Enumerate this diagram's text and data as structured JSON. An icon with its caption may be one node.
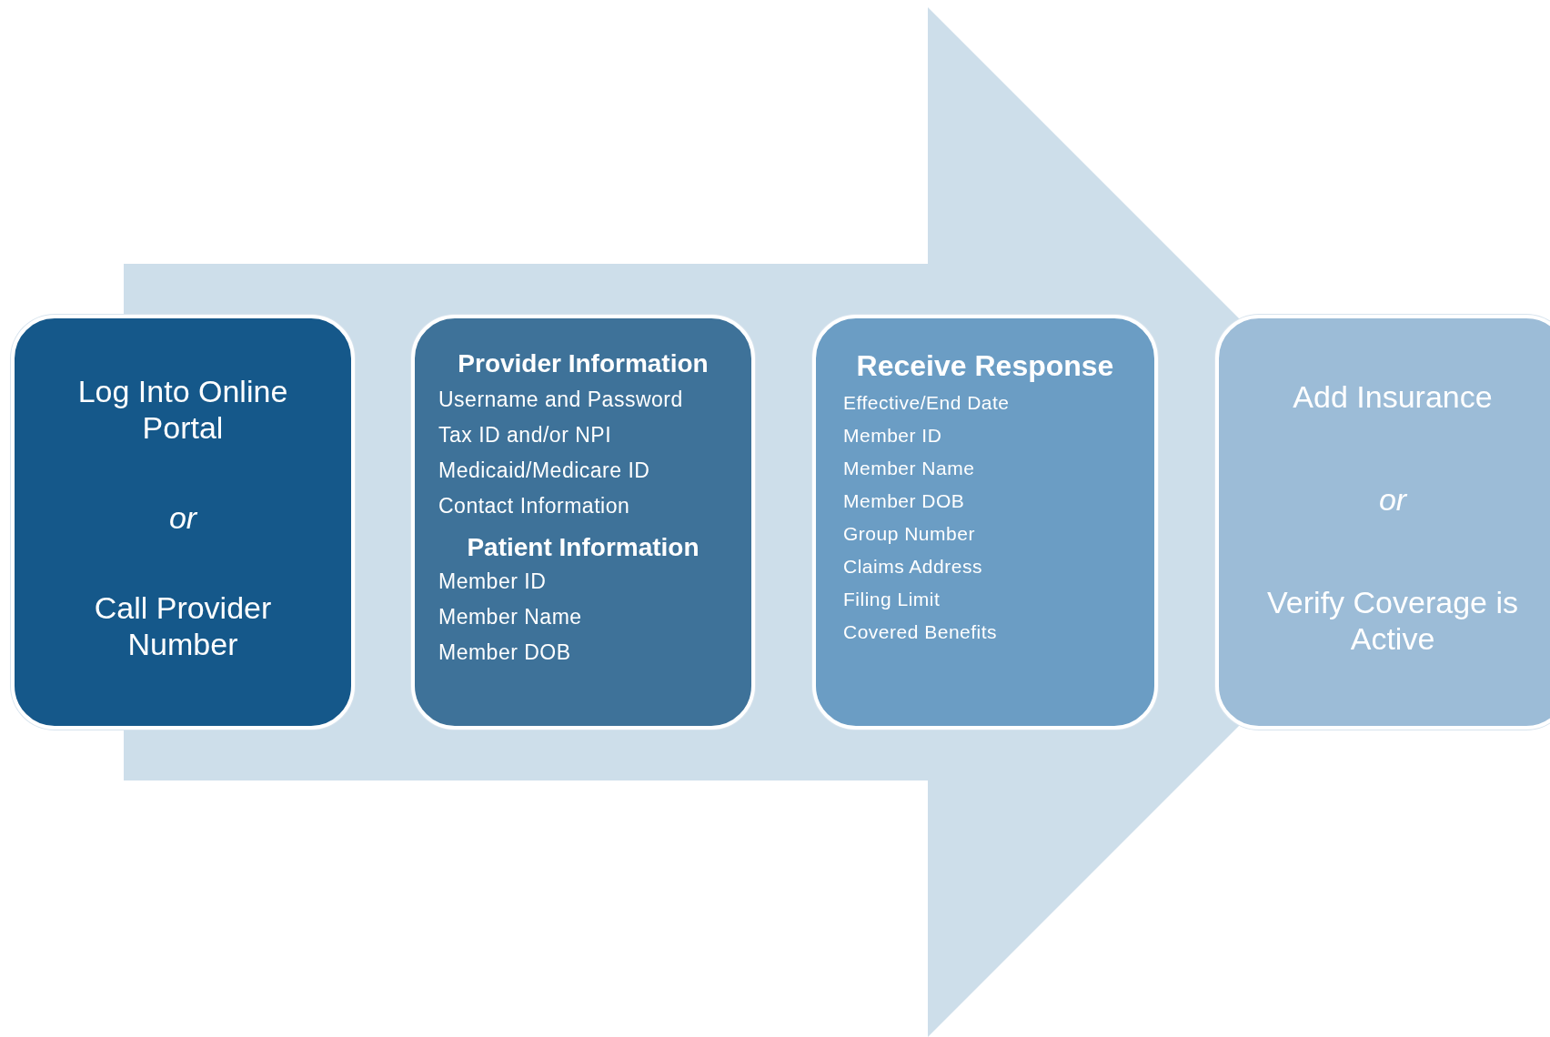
{
  "diagram": {
    "nodes": [
      {
        "text": [
          "Log Into Online Portal",
          "or",
          "Call Provider Number"
        ]
      },
      {
        "text": [
          "Provider Information",
          "Username and Password",
          "Tax ID and/or NPI",
          "Medicaid/Medicare ID",
          "Contact Information",
          "Patient Information",
          "Member ID",
          "Member Name",
          "Member DOB"
        ]
      },
      {
        "text": [
          "Receive Response",
          "Effective/End Date",
          "Member ID",
          "Member Name",
          "Member DOB",
          "Group Number",
          "Claims Address",
          "Filing Limit",
          "Covered Benefits"
        ]
      },
      {
        "text": [
          "Add Insurance",
          "or",
          "Verify Coverage is Active"
        ]
      }
    ],
    "edges": [
      {
        "from": 0,
        "to": 3,
        "arrow": "to"
      }
    ]
  }
}
